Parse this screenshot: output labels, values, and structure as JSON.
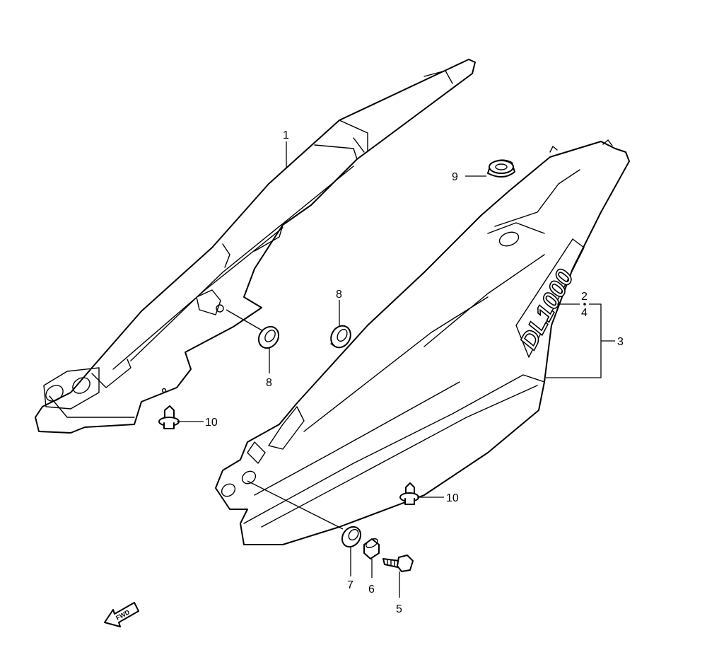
{
  "callouts": [
    {
      "id": "c1",
      "label": "1"
    },
    {
      "id": "c2",
      "label": "2"
    },
    {
      "id": "c3",
      "label": "3"
    },
    {
      "id": "c4",
      "label": "4"
    },
    {
      "id": "c5",
      "label": "5"
    },
    {
      "id": "c6",
      "label": "6"
    },
    {
      "id": "c7",
      "label": "7"
    },
    {
      "id": "c8a",
      "label": "8"
    },
    {
      "id": "c8b",
      "label": "8"
    },
    {
      "id": "c9",
      "label": "9"
    },
    {
      "id": "c10a",
      "label": "10"
    },
    {
      "id": "c10b",
      "label": "10"
    }
  ],
  "logo": {
    "text": "DL1000"
  },
  "fwd": {
    "text": "FWD"
  }
}
